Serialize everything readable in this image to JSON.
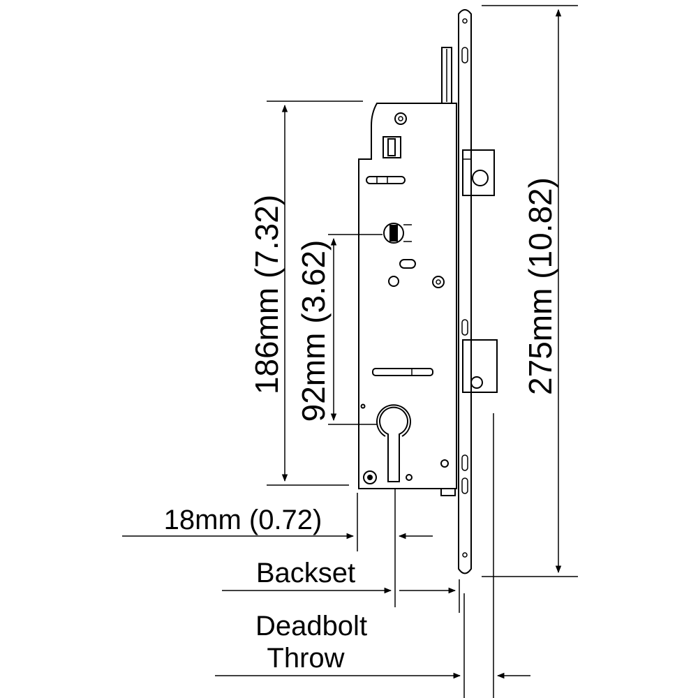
{
  "dimensions": {
    "overall_length": "275mm (10.82)",
    "case_height": "186mm (7.32)",
    "centre_distance": "92mm (3.62)",
    "faceplate_offset": "18mm (0.72)"
  },
  "callouts": {
    "backset": "Backset",
    "deadbolt_line1": "Deadbolt",
    "deadbolt_line2": "Throw"
  },
  "colors": {
    "line": "#000000",
    "background": "#ffffff"
  }
}
